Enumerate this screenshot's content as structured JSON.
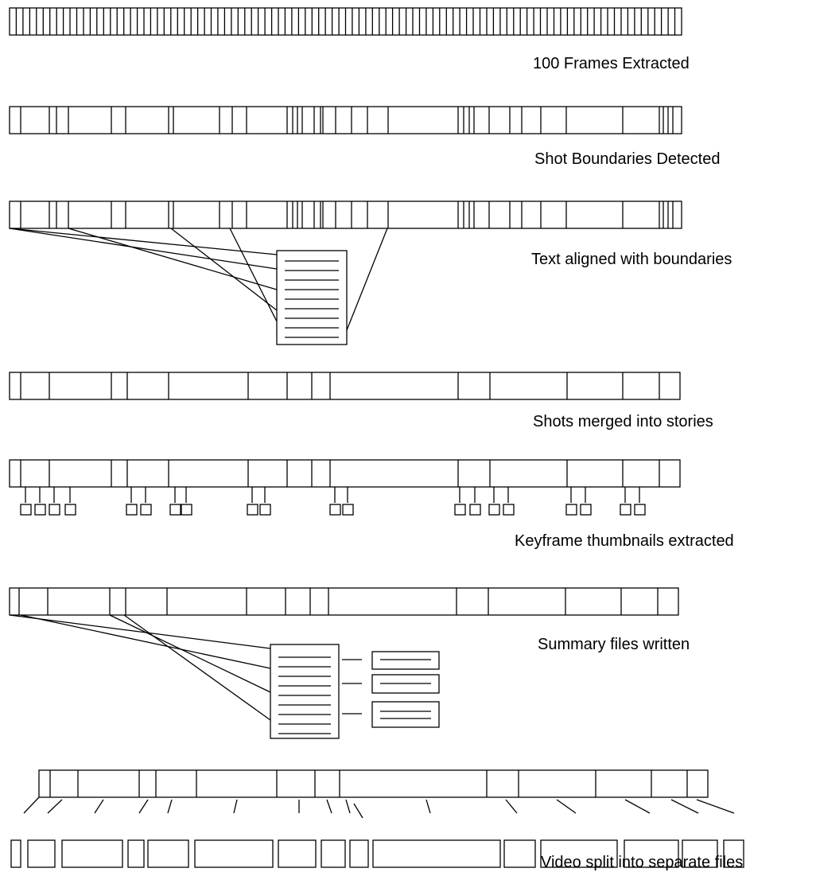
{
  "captions": {
    "frames_extracted": "100 Frames Extracted",
    "shot_boundaries": "Shot Boundaries Detected",
    "text_aligned": "Text aligned with boundaries",
    "shots_merged": "Shots merged into stories",
    "keyframes": "Keyframe thumbnails extracted",
    "summary_files": "Summary files written",
    "video_split": "Video split into separate files"
  },
  "frames": {
    "count": 100
  }
}
